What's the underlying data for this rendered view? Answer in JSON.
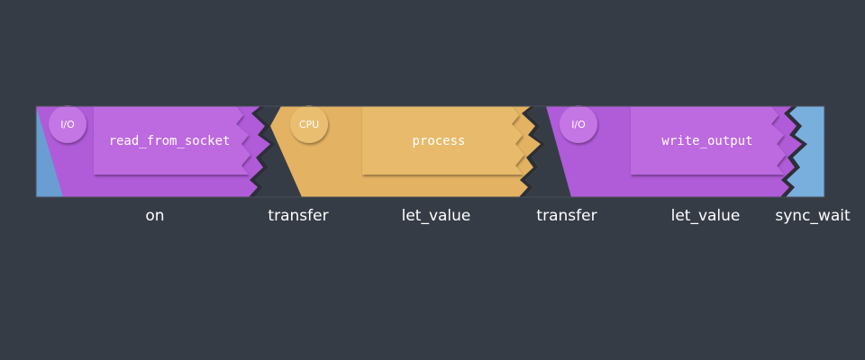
{
  "colors": {
    "background": "#363c46",
    "io": "#b05bd8",
    "io_box": "#bd69e0",
    "cpu": "#e3b262",
    "cpu_box": "#e7ba6c",
    "start": "#6a9ed3",
    "end": "#79afdd",
    "frame": "#4a4f58"
  },
  "stages": [
    {
      "badge": "I/O",
      "label": "read_from_socket",
      "kind": "io"
    },
    {
      "badge": "CPU",
      "label": "process",
      "kind": "cpu"
    },
    {
      "badge": "I/O",
      "label": "write_output",
      "kind": "io"
    }
  ],
  "captions": [
    "on",
    "transfer",
    "let_value",
    "transfer",
    "let_value",
    "sync_wait"
  ]
}
